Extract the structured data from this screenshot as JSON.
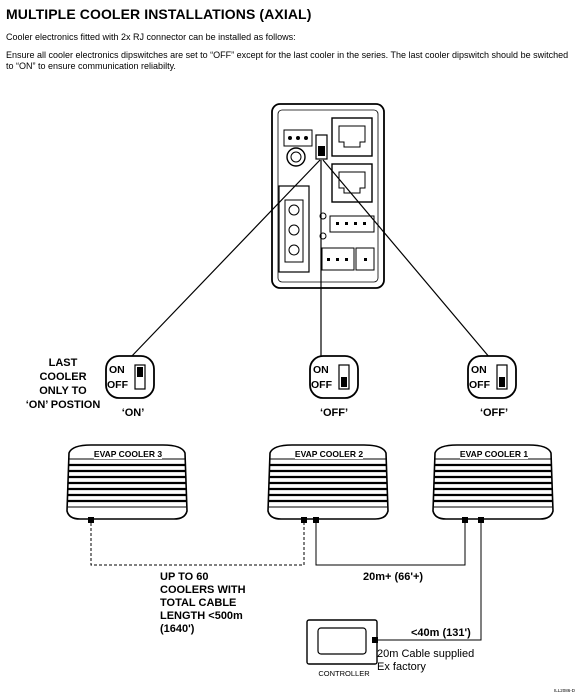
{
  "header": {
    "title": "MULTIPLE COOLER INSTALLATIONS (AXIAL)",
    "intro": "Cooler electronics fitted with 2x RJ connector can be installed as follows:",
    "instruction": "Ensure all cooler electronics dipswitches are set to “OFF” except for the last cooler in the series. The last cooler dipswitch should be switched to “ON” to ensure communication reliabilty."
  },
  "diagram": {
    "last_cooler_note": [
      "LAST",
      "COOLER",
      "ONLY TO",
      "‘ON’ POSTION"
    ],
    "switch_on": "ON",
    "switch_off": "OFF",
    "switch_states": [
      "‘ON’",
      "‘OFF’",
      "‘OFF’"
    ],
    "coolers": [
      "EVAP COOLER 3",
      "EVAP COOLER 2",
      "EVAP COOLER 1"
    ],
    "cable_note": [
      "UP TO 60",
      "COOLERS WITH",
      "TOTAL CABLE",
      "LENGTH <500m",
      "(1640')"
    ],
    "link_length": "20m+ (66'+)",
    "controller_length": "<40m (131')",
    "controller_cable_note": [
      "20m Cable supplied",
      "Ex factory"
    ],
    "controller_label": "CONTROLLER",
    "figure_code": "ILL2086-D"
  }
}
